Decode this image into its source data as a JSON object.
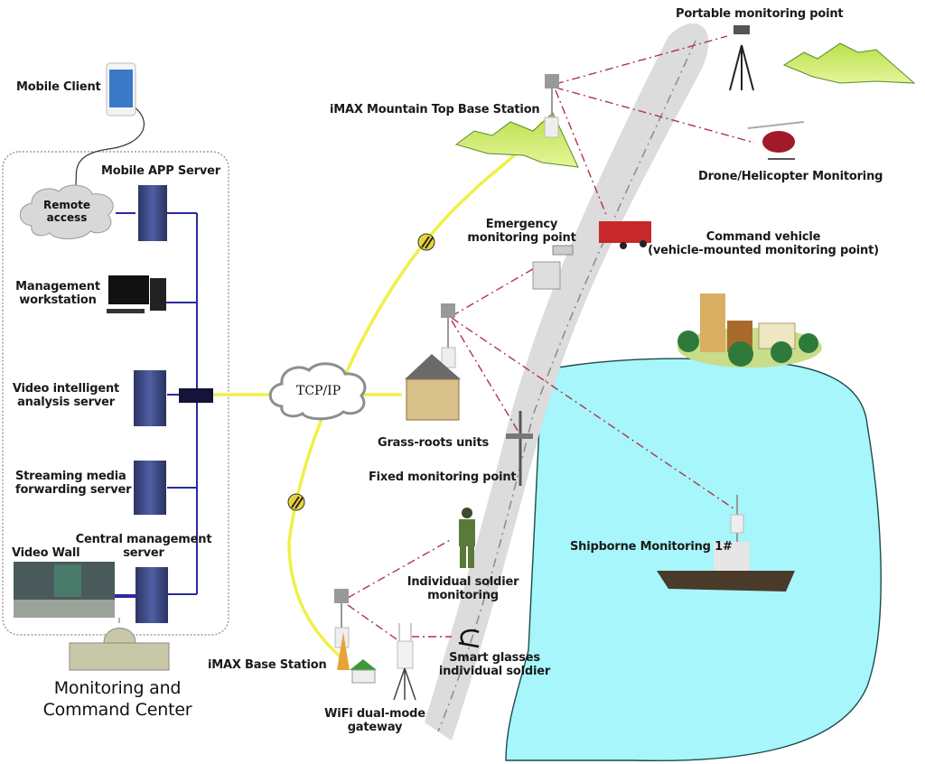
{
  "diagram": {
    "title": "Monitoring and Command Center",
    "colors": {
      "backbone_link": "#f2f24a",
      "lan_link": "#2a2aa0",
      "wireless_link": "#b0344a",
      "road": "#dcdcdc",
      "water": "#a6f6fb",
      "server": "#3b4a8a"
    },
    "command_center": {
      "title_line1": "Monitoring and",
      "title_line2": "Command Center",
      "nodes": {
        "mobile_client": "Mobile Client",
        "mobile_app_server": "Mobile APP Server",
        "remote_access_line1": "Remote",
        "remote_access_line2": "access",
        "management_ws_line1": "Management",
        "management_ws_line2": "workstation",
        "video_analysis_line1": "Video intelligent",
        "video_analysis_line2": "analysis server",
        "streaming_line1": "Streaming media",
        "streaming_line2": "forwarding server",
        "central_mgmt_line1": "Central management",
        "central_mgmt_line2": "server",
        "video_wall": "Video Wall"
      }
    },
    "network": {
      "tcp_ip": "TCP/IP",
      "mountain_base_station": "iMAX Mountain Top Base Station",
      "base_station": "iMAX Base Station",
      "grass_roots_units": "Grass-roots units",
      "fixed_monitoring_point": "Fixed monitoring point",
      "emergency_line1": "Emergency",
      "emergency_line2": "monitoring point",
      "portable_monitoring_point": "Portable monitoring point",
      "drone_helicopter": "Drone/Helicopter Monitoring",
      "command_vehicle_line1": "Command vehicle",
      "command_vehicle_line2": "(vehicle-mounted monitoring point)",
      "shipborne": "Shipborne Monitoring 1#",
      "soldier_line1": "Individual soldier",
      "soldier_line2": "monitoring",
      "smart_glasses_line1": "Smart glasses",
      "smart_glasses_line2": "individual soldier",
      "wifi_line1": "WiFi dual-mode",
      "wifi_line2": "gateway"
    }
  }
}
